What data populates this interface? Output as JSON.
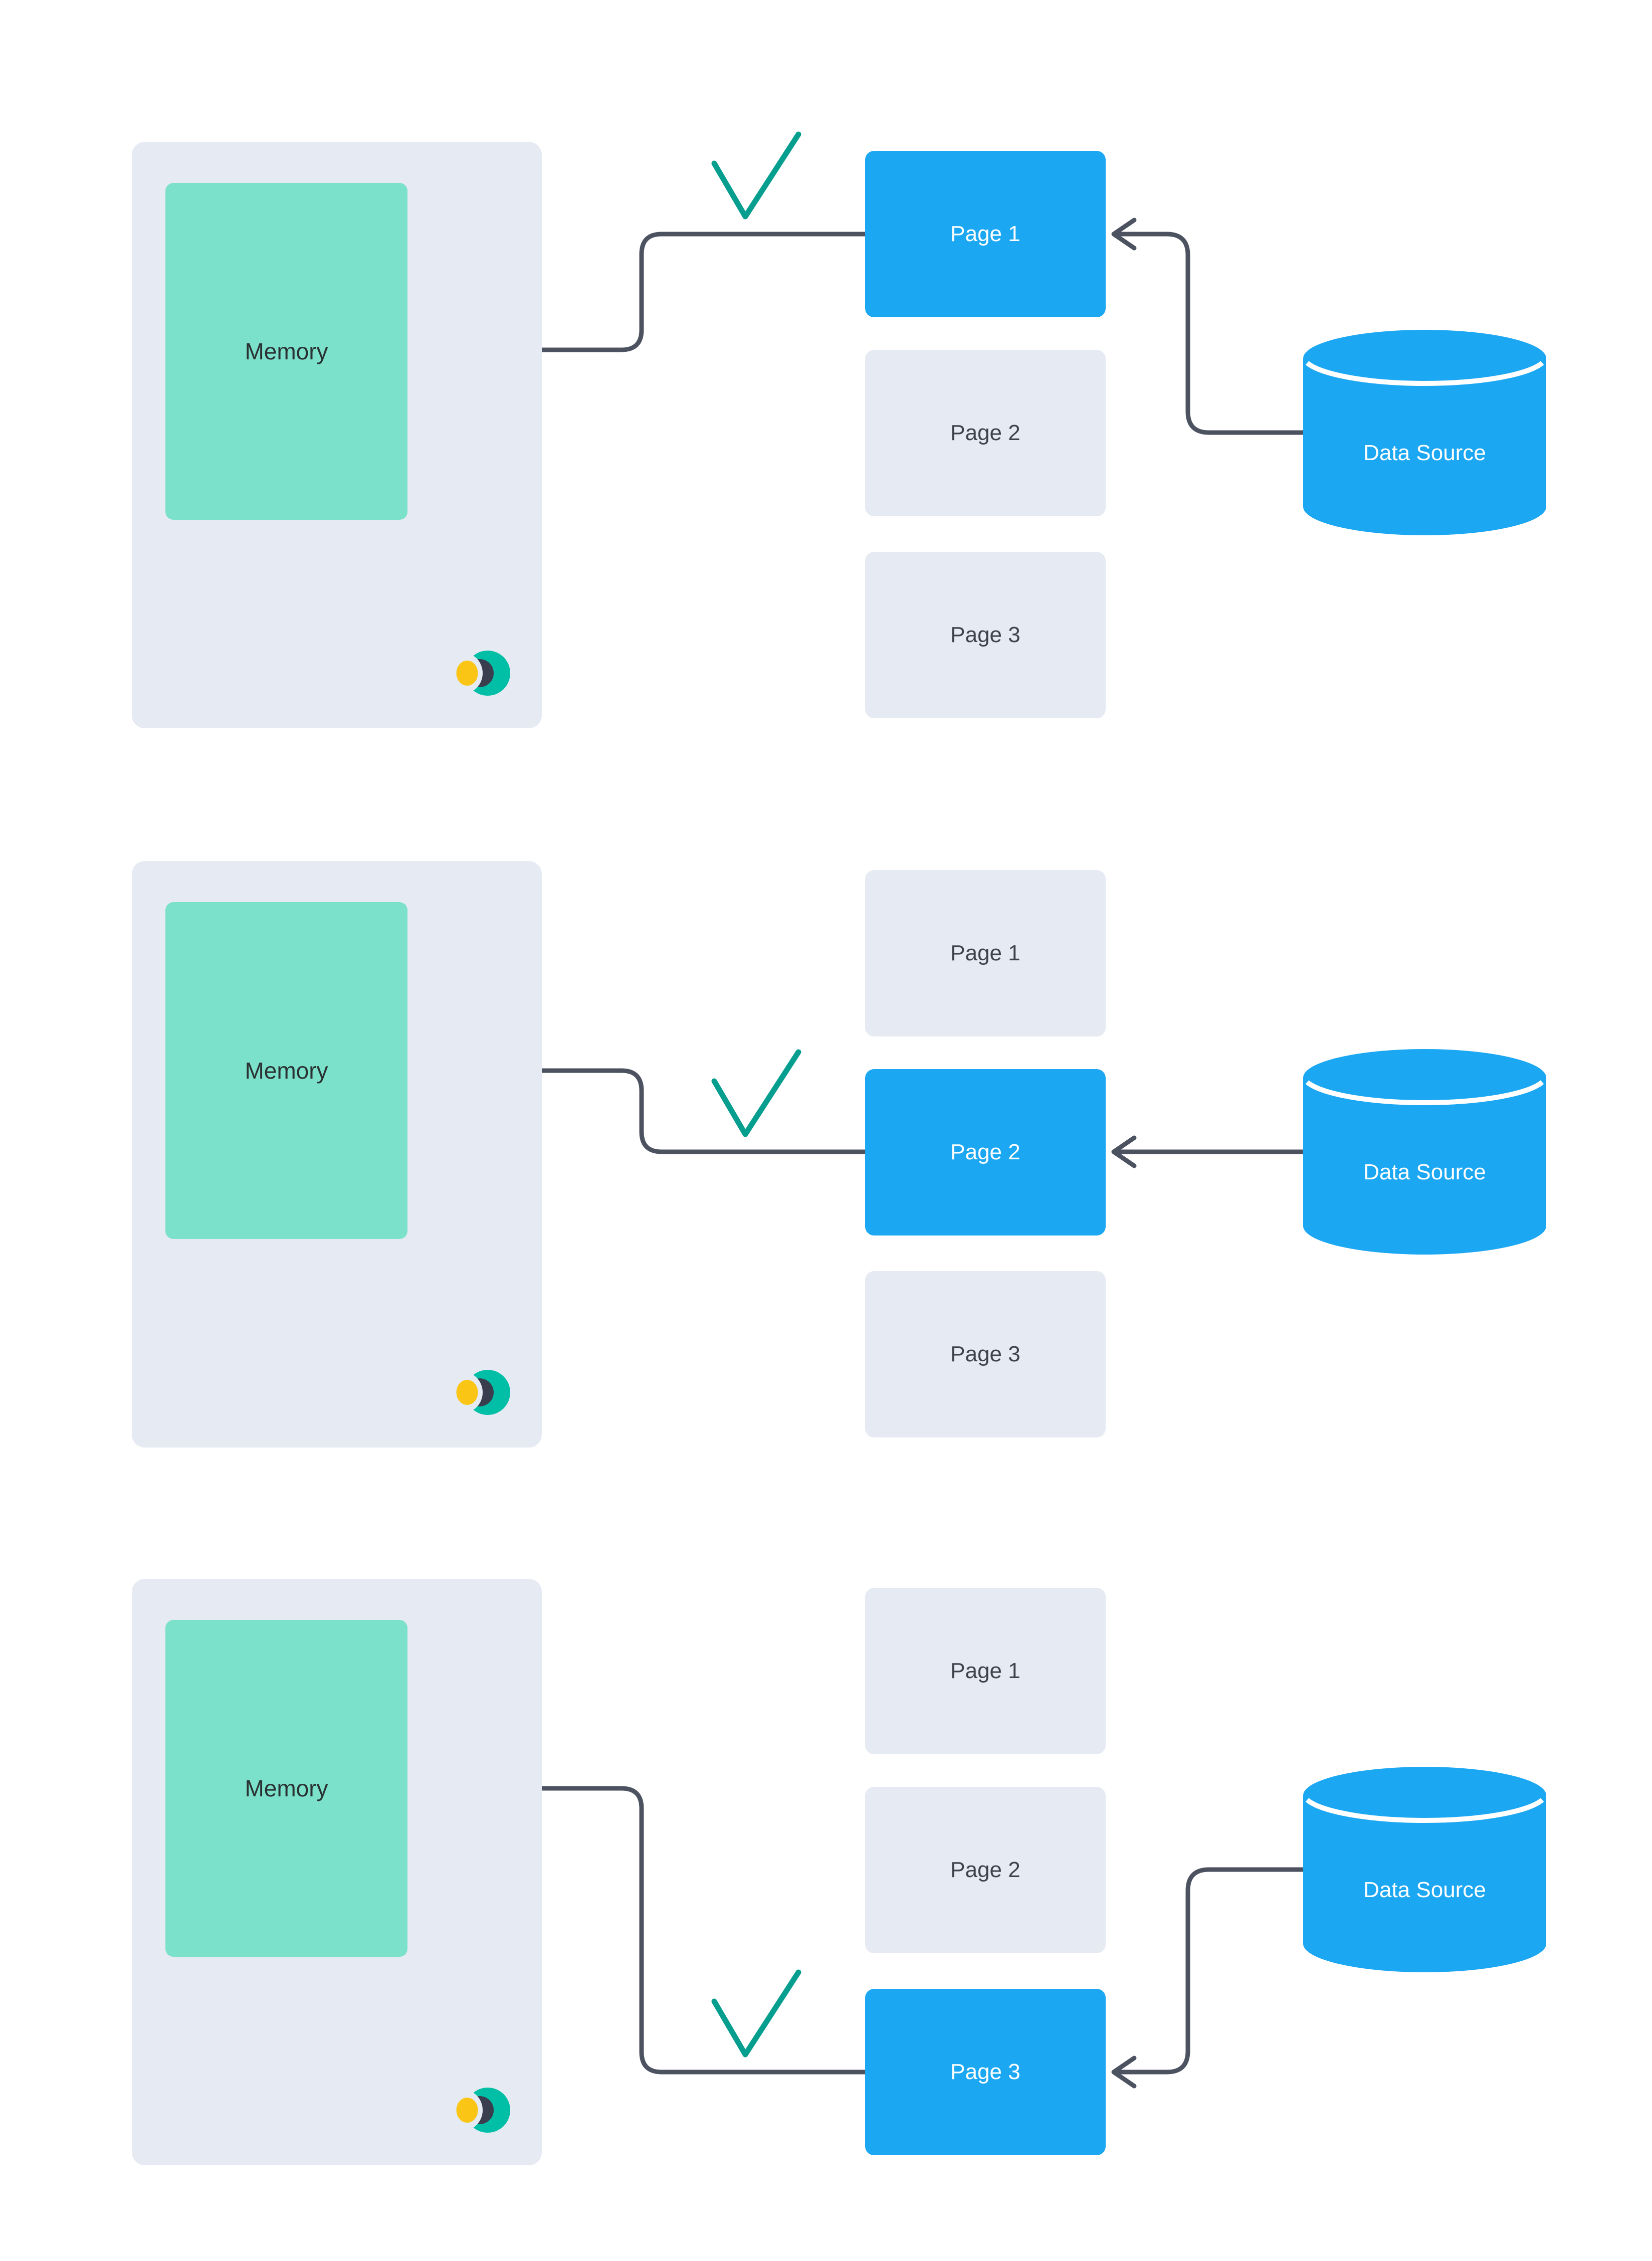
{
  "colors": {
    "accent_blue": "#1CA7F2",
    "memory_teal": "#7CE1CA",
    "panel_gray": "#E6EAF2",
    "arrow_gray": "#4C5260",
    "check_teal": "#069E8E",
    "memory_text": "#2A3133",
    "page_text": "#3E434B",
    "logo_teal": "#00BFA6",
    "logo_dark": "#393E4F",
    "logo_yellow": "#FBC515"
  },
  "rows": [
    {
      "memory_label": "Memory",
      "active_page": 1,
      "checkmark": true,
      "pages": [
        {
          "label": "Page 1"
        },
        {
          "label": "Page 2"
        },
        {
          "label": "Page 3"
        }
      ],
      "datasource_label": "Data Source"
    },
    {
      "memory_label": "Memory",
      "active_page": 2,
      "checkmark": true,
      "pages": [
        {
          "label": "Page 1"
        },
        {
          "label": "Page 2"
        },
        {
          "label": "Page 3"
        }
      ],
      "datasource_label": "Data Source"
    },
    {
      "memory_label": "Memory",
      "active_page": 3,
      "checkmark": true,
      "pages": [
        {
          "label": "Page 1"
        },
        {
          "label": "Page 2"
        },
        {
          "label": "Page 3"
        }
      ],
      "datasource_label": "Data Source"
    }
  ]
}
